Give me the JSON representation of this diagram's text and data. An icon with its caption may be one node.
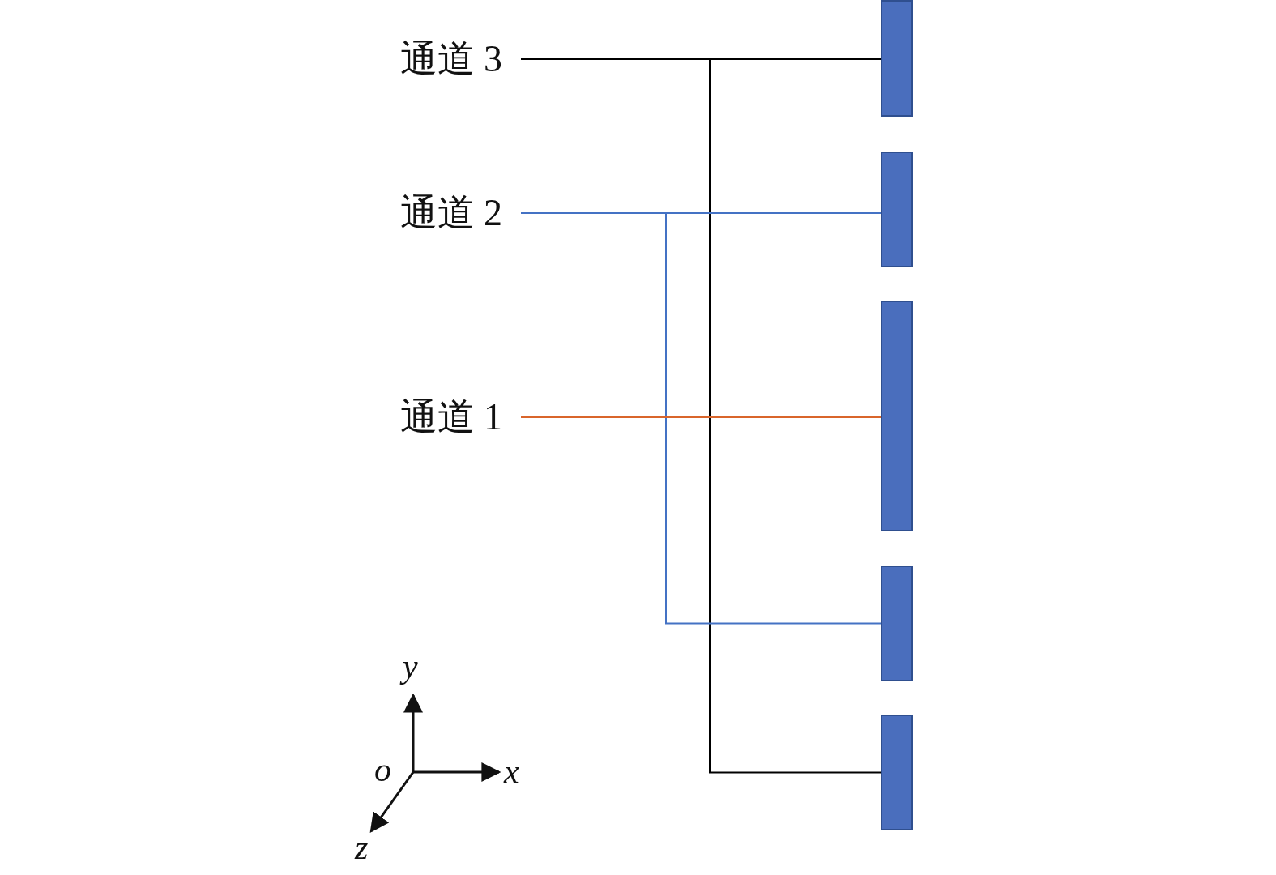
{
  "diagram": {
    "nodes": [
      {
        "text": [
          "通道 3"
        ]
      },
      {
        "text": [
          "通道 2"
        ]
      },
      {
        "text": [
          "通道 1"
        ]
      },
      {
        "text": [],
        "shape": "bar"
      },
      {
        "text": [],
        "shape": "bar"
      },
      {
        "text": [],
        "shape": "bar"
      },
      {
        "text": [],
        "shape": "bar"
      },
      {
        "text": [],
        "shape": "bar"
      }
    ],
    "edges": [
      {
        "from": 0,
        "to": 3,
        "arrow": "none"
      },
      {
        "from": 0,
        "to": 7,
        "arrow": "none"
      },
      {
        "from": 1,
        "to": 4,
        "arrow": "none",
        "color": "#4472c4"
      },
      {
        "from": 1,
        "to": 6,
        "arrow": "none",
        "color": "#4472c4"
      },
      {
        "from": 2,
        "to": 5,
        "arrow": "none",
        "color": "#d9652b"
      }
    ],
    "labels": [
      "y",
      "o",
      "x",
      "z"
    ]
  }
}
